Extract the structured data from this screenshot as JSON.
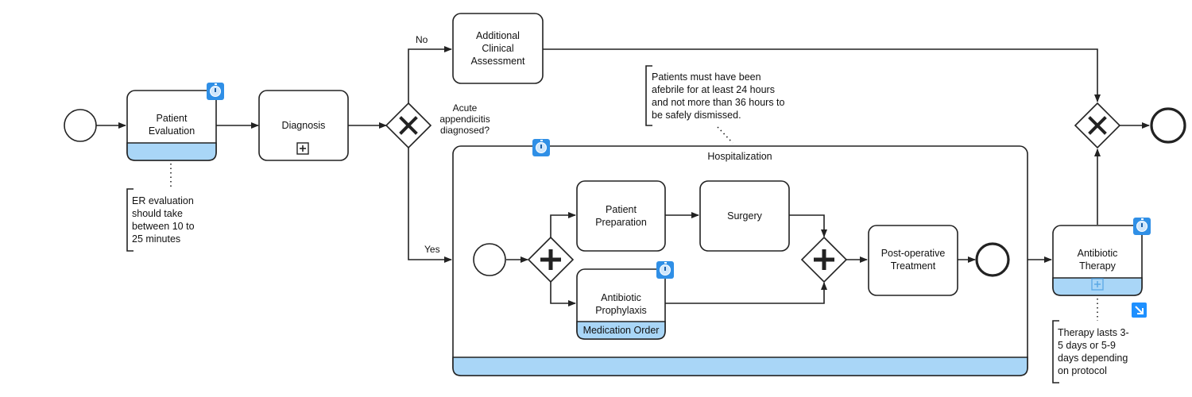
{
  "tasks": {
    "patient_evaluation": "Patient\nEvaluation",
    "diagnosis": "Diagnosis",
    "additional_assessment": "Additional\nClinical\nAssessment",
    "patient_preparation": "Patient\nPreparation",
    "surgery": "Surgery",
    "antibiotic_prophylaxis": "Antibiotic\nProphylaxis",
    "medication_order": "Medication Order",
    "post_operative": "Post-operative\nTreatment",
    "antibiotic_therapy": "Antibiotic\nTherapy"
  },
  "subprocess": {
    "hospitalization": "Hospitalization"
  },
  "gateway": {
    "question": "Acute\nappendicitis\ndiagnosed?",
    "no_label": "No",
    "yes_label": "Yes"
  },
  "annotations": {
    "er": "ER evaluation\nshould take\nbetween 10 to\n25 minutes",
    "afebrile": "Patients must have been\nafebrile for at least 24 hours\nand not more than 36 hours to\nbe safely dismissed.",
    "therapy": "Therapy lasts 3-\n5 days or 5-9\ndays depending\non protocol"
  },
  "icons": {
    "timer": "timer-icon",
    "plus": "subprocess-plus-icon",
    "gateway_x": "exclusive-gateway-icon",
    "gateway_plus": "parallel-gateway-icon",
    "link": "link-arrow-icon"
  },
  "colors": {
    "accent_blue": "#2f8fe6",
    "band_blue": "#a9d6f7",
    "stroke": "#222222"
  }
}
